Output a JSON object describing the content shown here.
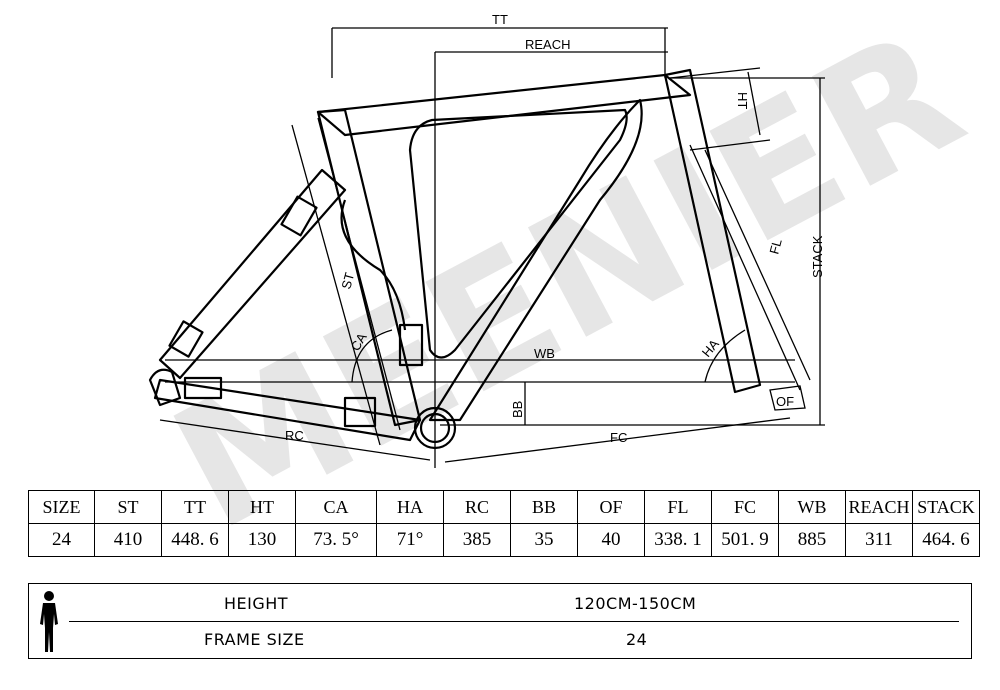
{
  "watermark": "MEENIER",
  "diagram_labels": {
    "tt": "TT",
    "reach": "REACH",
    "ht": "HT",
    "stack": "STACK",
    "fl": "FL",
    "st": "ST",
    "ca": "CA",
    "ha": "HA",
    "wb": "WB",
    "bb": "BB",
    "of": "OF",
    "rc": "RC",
    "fc": "FC"
  },
  "geometry_table": {
    "headers": [
      "SIZE",
      "ST",
      "TT",
      "HT",
      "CA",
      "HA",
      "RC",
      "BB",
      "OF",
      "FL",
      "FC",
      "WB",
      "REACH",
      "STACK"
    ],
    "rows": [
      [
        "24",
        "410",
        "448. 6",
        "130",
        "73. 5°",
        "71°",
        "385",
        "35",
        "40",
        "338. 1",
        "501. 9",
        "885",
        "311",
        "464. 6"
      ]
    ]
  },
  "size_guide": {
    "height_label": "HEIGHT",
    "height_value": "120CM-150CM",
    "frame_size_label": "FRAME SIZE",
    "frame_size_value": "24"
  },
  "colors": {
    "line": "#000000",
    "watermark": "#e6e6e6",
    "background": "#ffffff"
  },
  "icons": [
    "person-silhouette-icon"
  ]
}
